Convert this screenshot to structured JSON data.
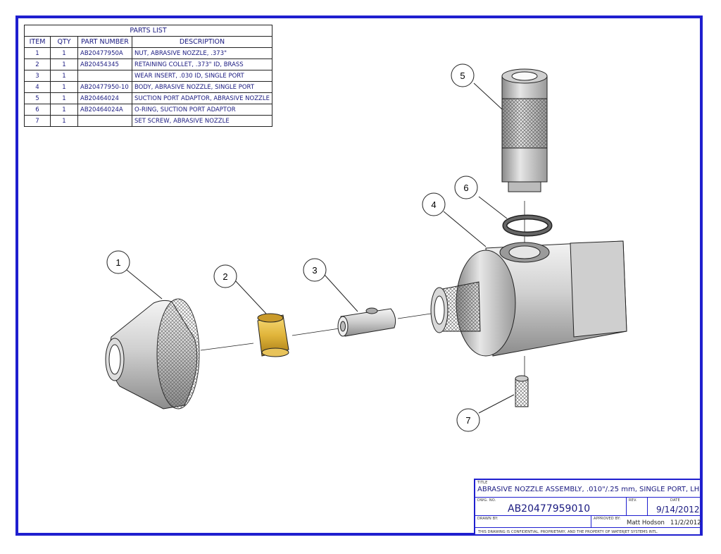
{
  "parts_list": {
    "title": "PARTS LIST",
    "headers": [
      "ITEM",
      "QTY",
      "PART NUMBER",
      "DESCRIPTION"
    ],
    "rows": [
      [
        "1",
        "1",
        "AB20477950A",
        "NUT, ABRASIVE NOZZLE, .373\""
      ],
      [
        "2",
        "1",
        "AB20454345",
        "RETAINING COLLET, .373\" ID, BRASS"
      ],
      [
        "3",
        "1",
        "",
        "WEAR INSERT, .030 ID, SINGLE PORT"
      ],
      [
        "4",
        "1",
        "AB20477950-10",
        "BODY, ABRASIVE NOZZLE, SINGLE PORT"
      ],
      [
        "5",
        "1",
        "AB20464024",
        "SUCTION PORT ADAPTOR, ABRASIVE NOZZLE"
      ],
      [
        "6",
        "1",
        "AB20464024A",
        "O-RING, SUCTION PORT ADAPTOR"
      ],
      [
        "7",
        "1",
        "",
        "SET SCREW, ABRASIVE NOZZLE"
      ]
    ]
  },
  "balloons": [
    "1",
    "2",
    "3",
    "4",
    "5",
    "6",
    "7"
  ],
  "title_block": {
    "title_label": "TITLE",
    "title": "ABRASIVE NOZZLE ASSEMBLY, .010\"/.25 mm, SINGLE PORT, LH",
    "dwg_label": "DWG. NO.",
    "dwg_no": "AB20477959010",
    "rev_label": "REV.",
    "date_label": "DATE",
    "date": "9/14/2012",
    "drawn_label": "DRAWN BY:",
    "approved_label": "APPROVED BY:",
    "approved_by": "Matt Hodson",
    "approved_date": "11/2/2012",
    "confidential": "THIS DRAWING IS CONFIDENTIAL, PROPRIETARY, AND THE PROPERTY OF WATERJET SYSTEMS INTL."
  },
  "colors": {
    "border": "#1f1fcf",
    "text": "#1a1a80",
    "brass": "#e0b43a",
    "metal": "#c4c4c4"
  }
}
